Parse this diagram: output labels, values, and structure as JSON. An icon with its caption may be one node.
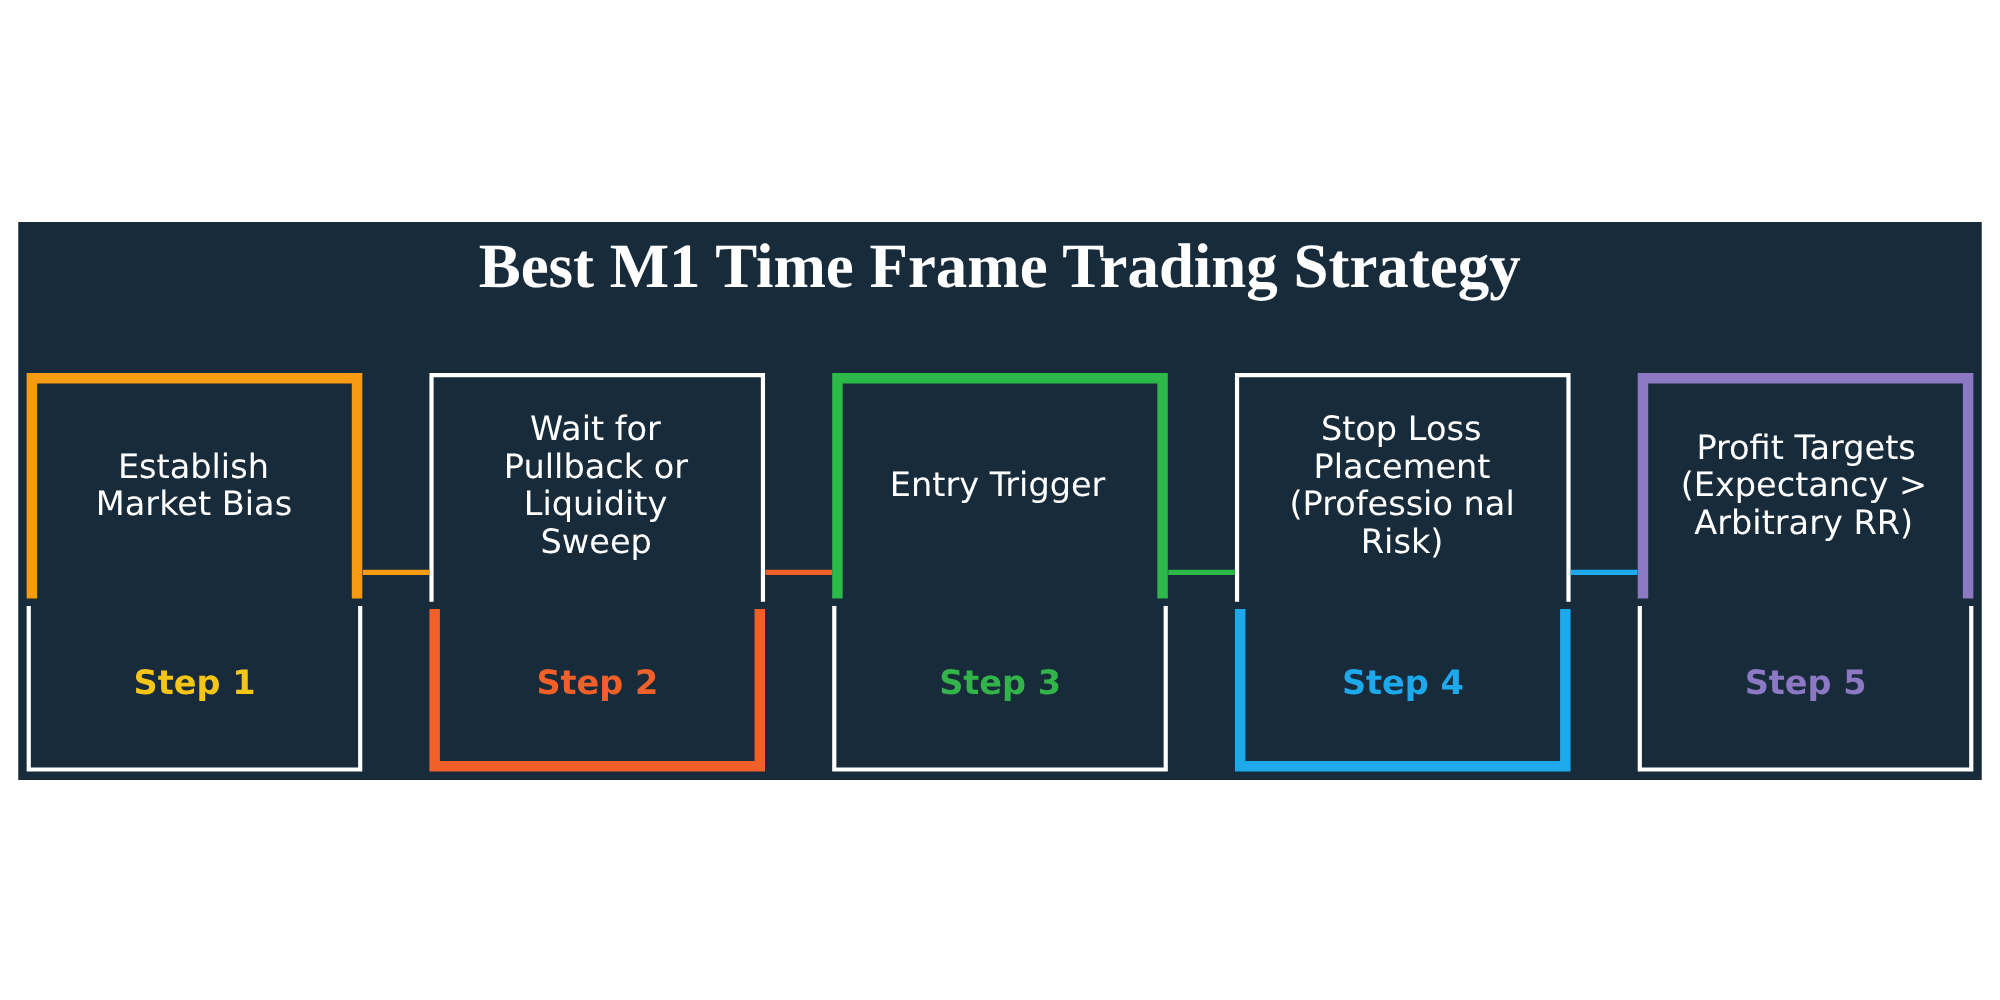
{
  "diagram": {
    "title": "Best M1 Time Frame Trading Strategy",
    "nodes": [
      {
        "text": [
          "Establish Market Bias",
          "Step 1"
        ]
      },
      {
        "text": [
          "Wait for Pullback or Liquidity Sweep",
          "Step 2"
        ]
      },
      {
        "text": [
          "Entry Trigger",
          "Step 3"
        ]
      },
      {
        "text": [
          "Stop Loss Placement (Professio nal Risk)",
          "Step 4"
        ]
      },
      {
        "text": [
          "Profit Targets (Expectancy > Arbitrary RR)",
          "Step 5"
        ]
      }
    ],
    "edges": [
      {
        "from": 0,
        "to": 1,
        "arrow": "none",
        "color": "#f79c12"
      },
      {
        "from": 1,
        "to": 2,
        "arrow": "none",
        "color": "#f2602a"
      },
      {
        "from": 2,
        "to": 3,
        "arrow": "none",
        "color": "#2db84a"
      },
      {
        "from": 3,
        "to": 4,
        "arrow": "none",
        "color": "#1ea9ec"
      }
    ]
  }
}
